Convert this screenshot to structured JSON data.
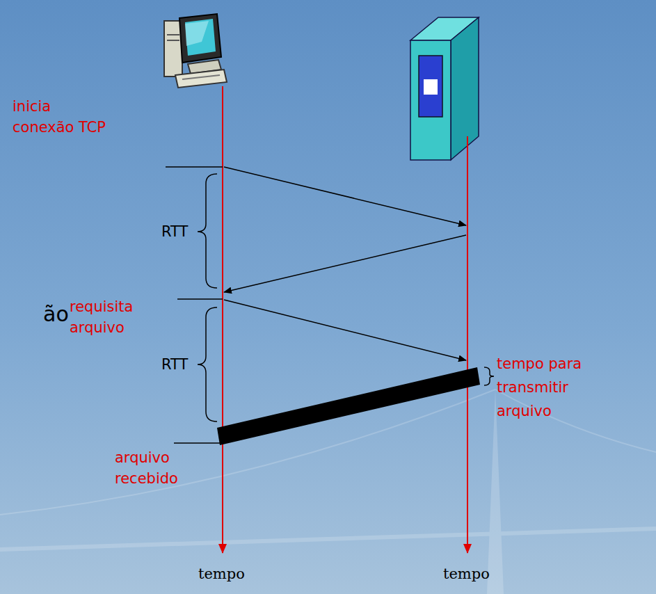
{
  "diagram": {
    "labels": [
      "ão",
      "inicia conexão TCP",
      "RTT",
      "requisita arquivo",
      "RTT",
      "tempo para transmitir arquivo",
      "arquivo recebido",
      "tempo",
      "tempo"
    ]
  }
}
